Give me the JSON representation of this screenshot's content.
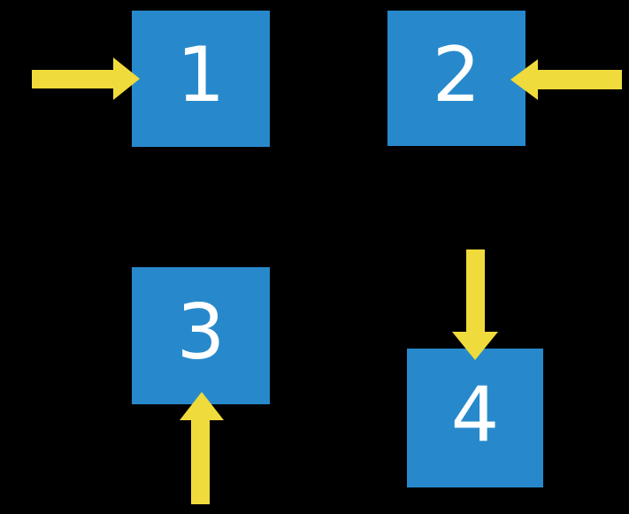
{
  "diagram": {
    "description": "Four numbered blue squares, each pointed at by a yellow block arrow",
    "background_color": "#000000",
    "square_color": "#2789CB",
    "arrow_color": "#F0DB3C",
    "label_color": "#FFFFFF",
    "items": [
      {
        "label": "1",
        "arrow_direction": "right",
        "arrow_position": "left-of-square"
      },
      {
        "label": "2",
        "arrow_direction": "left",
        "arrow_position": "right-of-square"
      },
      {
        "label": "3",
        "arrow_direction": "up",
        "arrow_position": "below-square"
      },
      {
        "label": "4",
        "arrow_direction": "down",
        "arrow_position": "above-square"
      }
    ]
  }
}
